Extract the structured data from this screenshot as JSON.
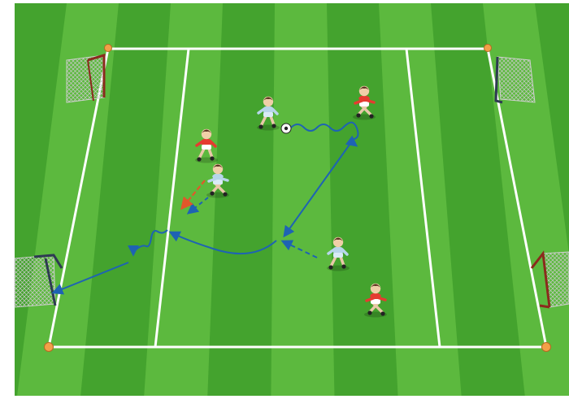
{
  "diagram": {
    "type": "soccer-drill",
    "colors": {
      "grass_light": "#5cb93e",
      "grass_dark": "#3f9f2c",
      "lines": "#ffffff",
      "arrow_blue": "#1e63b3",
      "arrow_orange": "#e2572a",
      "team_blue": "#b7d6ea",
      "team_red": "#e53b30",
      "cone": "#f2a048",
      "goal_frame_red": "#8b2a1d",
      "goal_frame_dark": "#2e3a52"
    },
    "players": [
      {
        "team": "blue",
        "role": "dribbler-with-ball"
      },
      {
        "team": "red",
        "role": "defender"
      },
      {
        "team": "red",
        "role": "defender"
      },
      {
        "team": "blue",
        "role": "passer"
      },
      {
        "team": "blue",
        "role": "runner"
      },
      {
        "team": "red",
        "role": "defender"
      }
    ],
    "goals": [
      "top-left",
      "top-right",
      "bottom-left",
      "bottom-right"
    ],
    "cones": 4
  }
}
